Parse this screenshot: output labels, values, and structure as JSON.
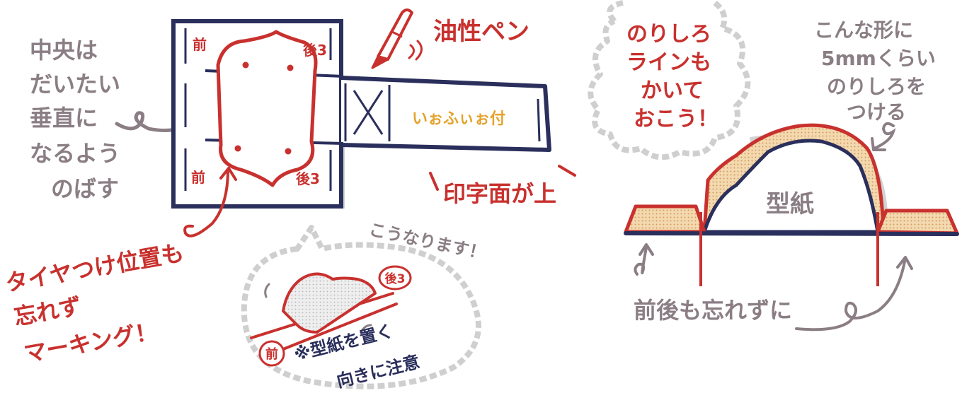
{
  "colors": {
    "navy": "#2a2f5c",
    "red": "#c8312e",
    "gray": "#8a7e84",
    "orange": "#e4a32c",
    "paper": "#f6e3c3"
  },
  "left_note": {
    "lines": [
      "中央は",
      "だいたい",
      "垂直に",
      "なるよう",
      "のばす"
    ]
  },
  "pen_label": "油性ペン",
  "box_labels": {
    "front_top": "前",
    "back_top": "後3",
    "front_bottom": "前",
    "back_bottom": "後3",
    "print_side": "印字面が上",
    "printed_text": "いぉふぃぉ付"
  },
  "marking_note": {
    "lines": [
      "タイヤつけ位置も",
      "忘れず",
      "マーキング！"
    ]
  },
  "bubble_note": {
    "title": "こうなります！",
    "front": "前",
    "back": "後3",
    "caution_lines": [
      "※型紙を置く",
      "向きに注意"
    ]
  },
  "cloud_note": {
    "lines": [
      "のりしろ",
      "ラインも",
      "かいて",
      "おこう！"
    ]
  },
  "shape_note": {
    "lines": [
      "こんな形に",
      "5mmくらい",
      "のりしろを",
      "つける"
    ]
  },
  "pattern_label": "型紙",
  "bottom_note": "前後も忘れずに"
}
